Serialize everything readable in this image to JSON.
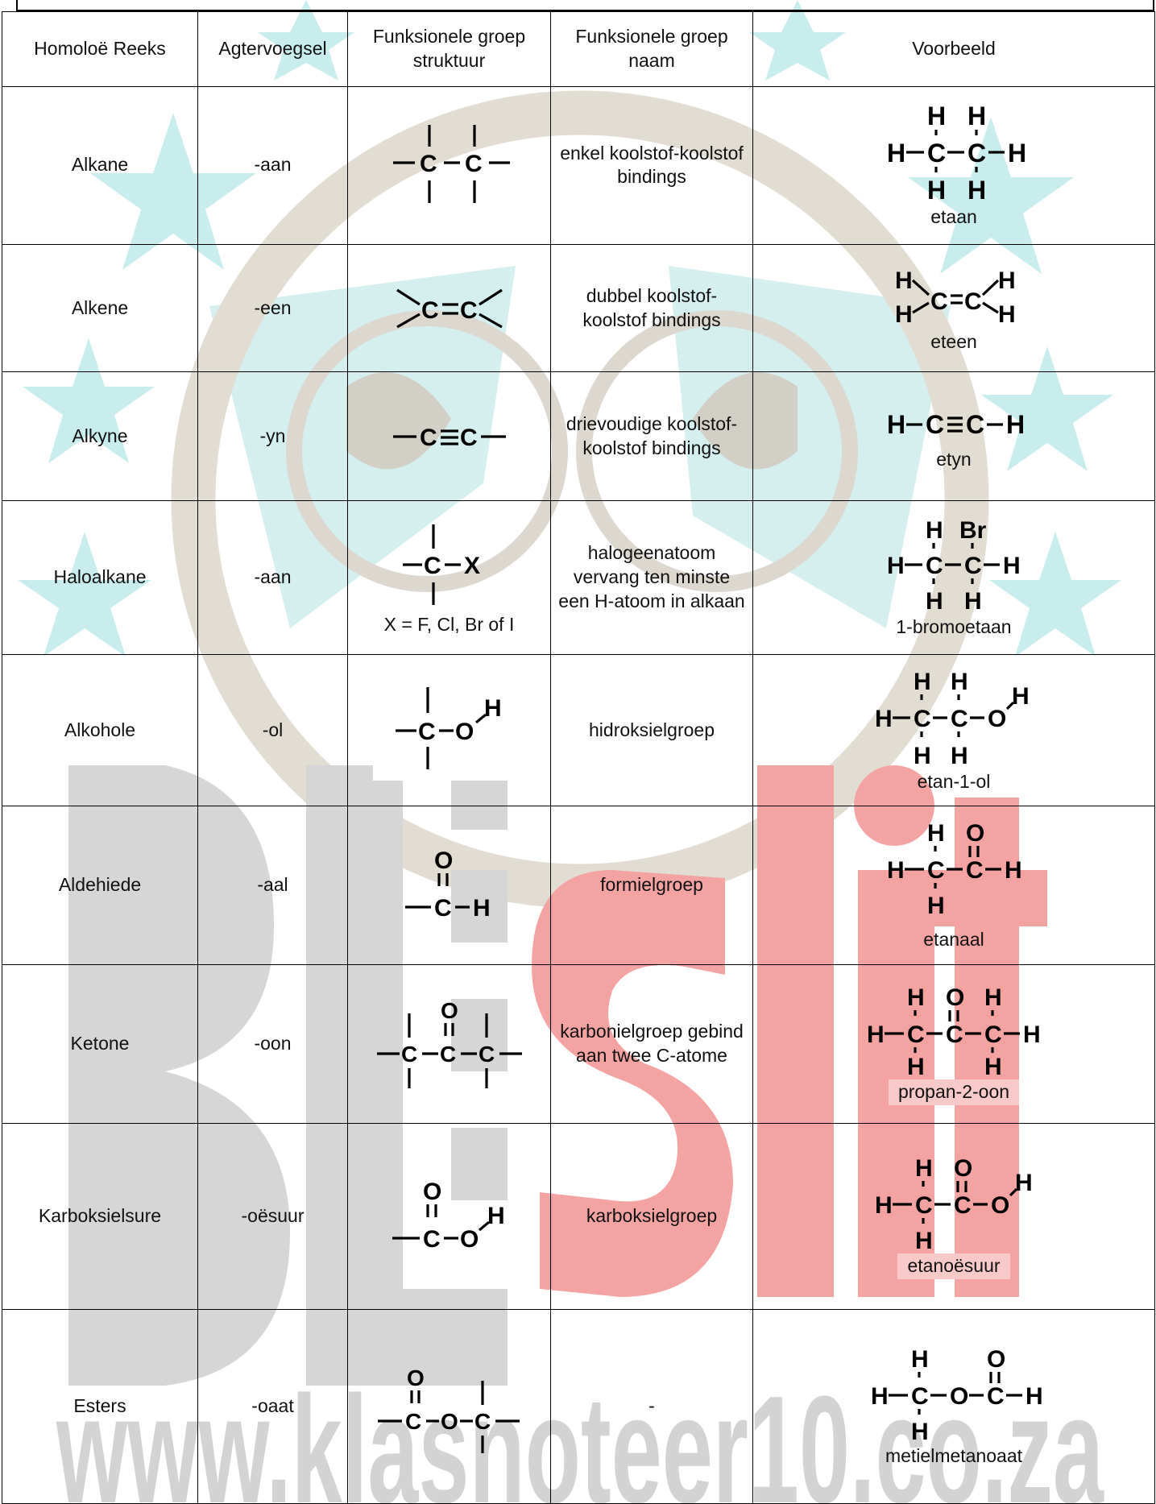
{
  "table": {
    "headers": [
      "Homoloë Reeks",
      "Agtervoegsel",
      "Funksionele groep struktuur",
      "Funksionele groep naam",
      "Voorbeeld"
    ],
    "rows": [
      {
        "series": "Alkane",
        "suffix": "-aan",
        "fg_name": "enkel koolstof-koolstof bindings",
        "example_name": "etaan"
      },
      {
        "series": "Alkene",
        "suffix": "-een",
        "fg_name": "dubbel koolstof-koolstof bindings",
        "example_name": "eteen"
      },
      {
        "series": "Alkyne",
        "suffix": "-yn",
        "fg_name": "drievoudige koolstof-koolstof bindings",
        "example_name": "etyn"
      },
      {
        "series": "Haloalkane",
        "suffix": "-aan",
        "fg_name": "halogeenatoom vervang ten minste een H-atoom in alkaan",
        "fg_note": "X = F, Cl, Br of I",
        "example_name": "1-bromoetaan"
      },
      {
        "series": "Alkohole",
        "suffix": "-ol",
        "fg_name": "hidroksielgroep",
        "example_name": "etan-1-ol"
      },
      {
        "series": "Aldehiede",
        "suffix": "-aal",
        "fg_name": "formielgroep",
        "example_name": "etanaal"
      },
      {
        "series": "Ketone",
        "suffix": "-oon",
        "fg_name": "karbonielgroep gebind aan twee C-atome",
        "example_name": "propan-2-oon"
      },
      {
        "series": "Karboksielsure",
        "suffix": "-oësuur",
        "fg_name": "karboksielgroep",
        "example_name": "etanoësuur"
      },
      {
        "series": "Esters",
        "suffix": "-oaat",
        "fg_name": "-",
        "example_name": "metielmetanoaat"
      }
    ]
  },
  "watermark": {
    "text": "www.klasnoteer10.co.za",
    "color_grey": "#d3d3d3",
    "color_pink": "#f29a9a",
    "color_cyan": "#c7ecec",
    "color_beige": "#e3dfd6"
  },
  "atoms": {
    "C": "C",
    "H": "H",
    "O": "O",
    "X": "X",
    "Br": "Br"
  }
}
